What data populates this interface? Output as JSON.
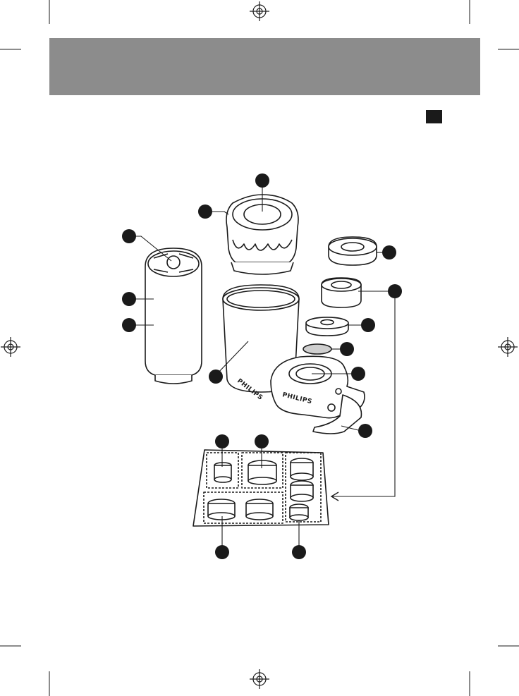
{
  "document": {
    "header_band_color": "#8c8c8c",
    "callout_color": "#1a1a1a",
    "line_color": "#1a1a1a",
    "brand_texts": [
      "PHILIPS",
      "PHILIPS"
    ]
  },
  "callouts": [
    {
      "id": "callout-top-cap",
      "label": ""
    },
    {
      "id": "callout-cap-side",
      "label": ""
    },
    {
      "id": "callout-filter-top",
      "label": ""
    },
    {
      "id": "callout-filter-mid",
      "label": ""
    },
    {
      "id": "callout-filter-low",
      "label": ""
    },
    {
      "id": "callout-housing",
      "label": ""
    },
    {
      "id": "callout-ring-nut",
      "label": ""
    },
    {
      "id": "callout-adapter",
      "label": ""
    },
    {
      "id": "callout-washer",
      "label": ""
    },
    {
      "id": "callout-mesh",
      "label": ""
    },
    {
      "id": "callout-base",
      "label": ""
    },
    {
      "id": "callout-lever",
      "label": ""
    },
    {
      "id": "callout-adapter-a",
      "label": ""
    },
    {
      "id": "callout-adapter-b",
      "label": ""
    },
    {
      "id": "callout-adapter-c",
      "label": ""
    },
    {
      "id": "callout-adapter-d",
      "label": ""
    }
  ]
}
